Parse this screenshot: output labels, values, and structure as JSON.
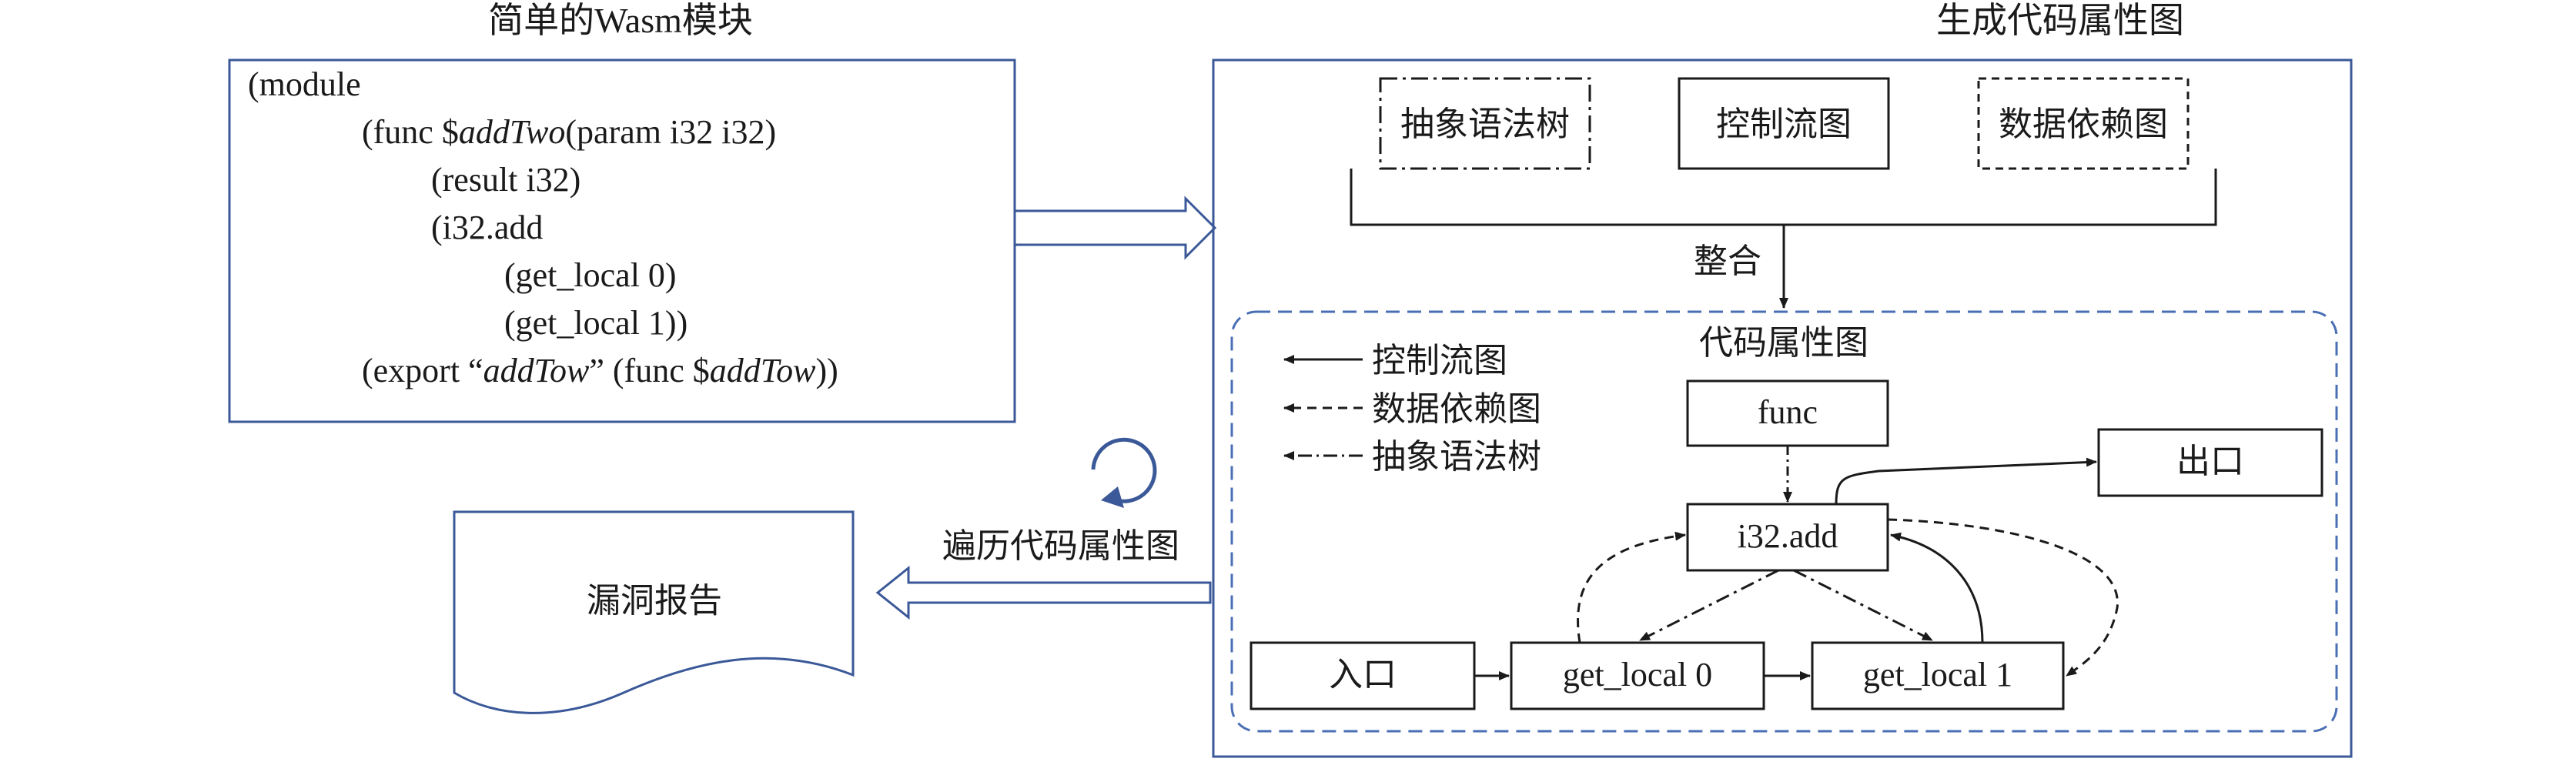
{
  "left_title": "简单的Wasm模块",
  "right_title": "生成代码属性图",
  "code_lines": [
    {
      "parts": [
        {
          "t": "(module",
          "i": false
        }
      ]
    },
    {
      "parts": [
        {
          "t": "(func $",
          "i": false
        },
        {
          "t": "addTwo",
          "i": true
        },
        {
          "t": "(param i32 i32)",
          "i": false
        }
      ]
    },
    {
      "parts": [
        {
          "t": "(result i32)",
          "i": false
        }
      ]
    },
    {
      "parts": [
        {
          "t": "(i32.add",
          "i": false
        }
      ]
    },
    {
      "parts": [
        {
          "t": "(get_local 0)",
          "i": false
        }
      ]
    },
    {
      "parts": [
        {
          "t": "(get_local 1))",
          "i": false
        }
      ]
    },
    {
      "parts": [
        {
          "t": "(export “",
          "i": false
        },
        {
          "t": "addTow",
          "i": true
        },
        {
          "t": "” (func $",
          "i": false
        },
        {
          "t": "addTow",
          "i": true
        },
        {
          "t": "))",
          "i": false
        }
      ]
    }
  ],
  "top_boxes": {
    "ast": "抽象语法树",
    "cfg": "控制流图",
    "pdg": "数据依赖图"
  },
  "merge_label": "整合",
  "cpg_title": "代码属性图",
  "legend": {
    "control_flow": "控制流图",
    "data_dependency": "数据依赖图",
    "ast": "抽象语法树"
  },
  "nodes": {
    "func": "func",
    "exit": "出口",
    "add": "i32.add",
    "entry": "入口",
    "local0": "get_local 0",
    "local1": "get_local 1"
  },
  "traverse_label": "遍历代码属性图",
  "report": "漏洞报告",
  "colors": {
    "blue": "#3b5998",
    "dashed_blue": "#4a6fb5",
    "black": "#1a1a1a"
  }
}
